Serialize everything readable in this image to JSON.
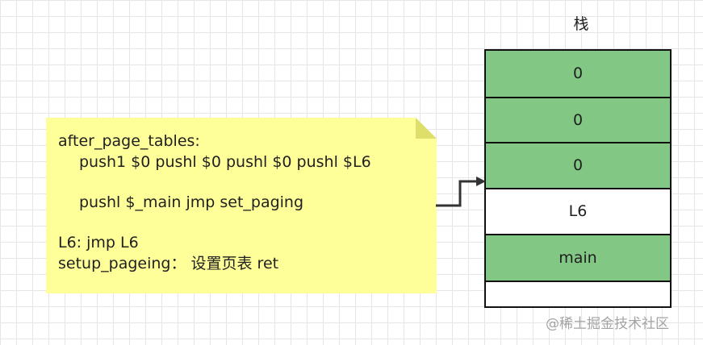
{
  "stack": {
    "title": "栈",
    "cells": [
      {
        "label": "0",
        "color": "#82c884"
      },
      {
        "label": "0",
        "color": "#82c884"
      },
      {
        "label": "0",
        "color": "#82c884"
      },
      {
        "label": "L6",
        "color": "#ffffff"
      },
      {
        "label": "main",
        "color": "#82c884"
      },
      {
        "label": "",
        "color": "#ffffff"
      }
    ]
  },
  "note": {
    "lines": [
      "after_page_tables:",
      "push1 $0 pushl $0 pushl $0 pushl $L6",
      "pushl $_main jmp set_paging",
      "L6: jmp L6",
      "setup_pageing： 设置页表 ret"
    ],
    "background_color": "#ffff99"
  },
  "watermark": {
    "text": "@稀土掘金技术社区"
  }
}
